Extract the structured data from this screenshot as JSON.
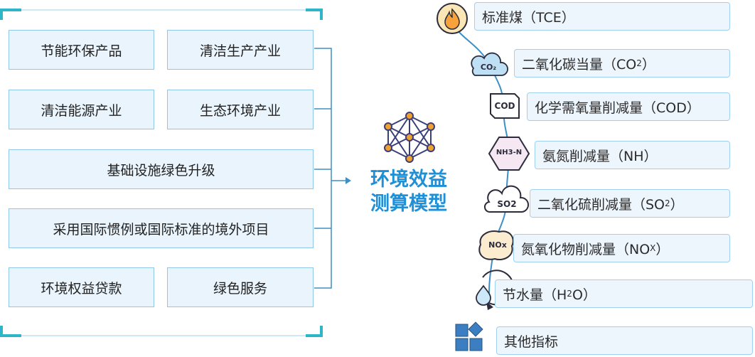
{
  "categories": [
    {
      "label": "节能环保产品"
    },
    {
      "label": "清洁生产产业"
    },
    {
      "label": "清洁能源产业"
    },
    {
      "label": "生态环境产业"
    },
    {
      "label": "基础设施绿色升级"
    },
    {
      "label": "采用国际惯例或国际标准的境外项目"
    },
    {
      "label": "环境权益贷款"
    },
    {
      "label": "绿色服务"
    }
  ],
  "model": {
    "line1": "环境效益",
    "line2": "测算模型",
    "icon": "network-graph-icon"
  },
  "indicators": [
    {
      "label": "标准煤（TCE）",
      "icon_text": "",
      "icon": "flame-icon"
    },
    {
      "label": "二氧化碳当量（CO",
      "sub": "2",
      "tail": "）",
      "icon_text": "CO₂",
      "icon": "cloud-co2-icon"
    },
    {
      "label": "化学需氧量削减量（COD）",
      "icon_text": "COD",
      "icon": "cod-badge-icon"
    },
    {
      "label": "氨氮削减量（NH）",
      "icon_text": "NH3-N",
      "icon": "nh3n-hexagon-icon"
    },
    {
      "label": "二氧化硫削减量（SO",
      "sub": "2",
      "tail": "）",
      "icon_text": "SO2",
      "icon": "cloud-so2-icon"
    },
    {
      "label": "氮氧化物削减量（NO",
      "sub": "X",
      "tail": "）",
      "icon_text": "NOx",
      "icon": "nox-blob-icon"
    },
    {
      "label": "节水量（H",
      "sub": "2",
      "tail": "O）",
      "icon_text": "",
      "icon": "water-drop-icon"
    },
    {
      "label": "其他指标",
      "icon_text": "",
      "icon": "blocks-icon"
    }
  ],
  "colors": {
    "accent": "#2a9fd8",
    "box_fill": "#e9f4fc",
    "box_border": "#8fc6ea",
    "line": "#3d8fc4",
    "title": "#1f8fd6",
    "orange": "#f0a030",
    "purple": "#3a3f78"
  }
}
